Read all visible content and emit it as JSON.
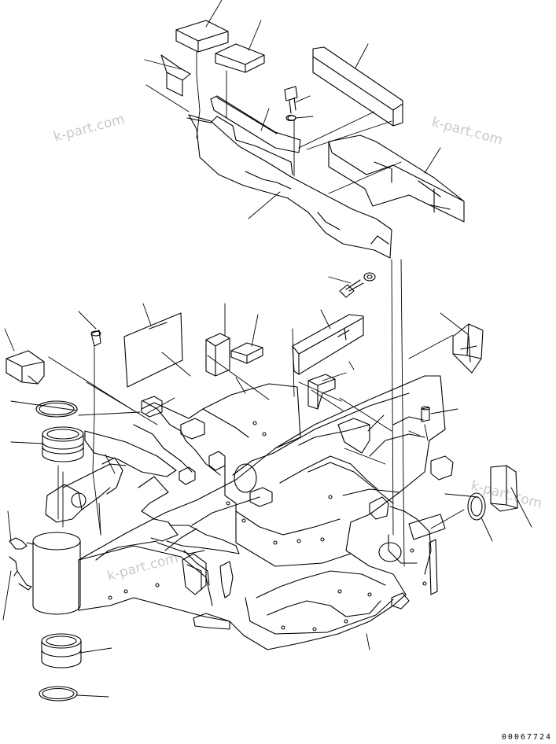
{
  "diagram": {
    "watermarks": [
      "k-part.com",
      "k-part.com",
      "k-part.com",
      "k-part.com"
    ],
    "document_number": "00067724"
  }
}
